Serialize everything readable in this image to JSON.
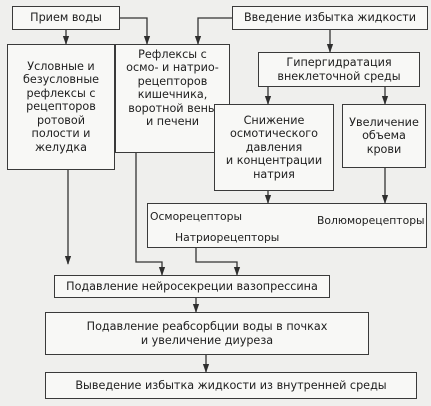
{
  "nodes": {
    "water_intake": "Прием воды",
    "excess_fluid": "Введение избытка жидкости",
    "oral_reflexes": "Условные и\nбезусловные\nрефлексы с\nрецепторов\nротовой\nполости и\nжелудка",
    "osmo_reflexes": "Рефлексы с\nосмо- и натрио-\nрецепторов\nкишечника,\nворотной вены\nи печени",
    "hyperhydration": "Гипергидратация\nвнеклеточной среды",
    "osmotic_drop": "Снижение\nосмотического\nдавления\nи концентрации\nнатрия",
    "blood_volume": "Увеличение\nобъема\nкрови",
    "receptors": {
      "osmo": "Осморецепторы",
      "natrio": "Натриорецепторы",
      "volumo": "Волюморецепторы"
    },
    "vasopressin": "Подавление нейросекреции вазопрессина",
    "reabsorption": "Подавление реабсорбции воды в почках\nи увеличение диуреза",
    "elimination": "Выведение избытка жидкости из внутренней среды"
  }
}
